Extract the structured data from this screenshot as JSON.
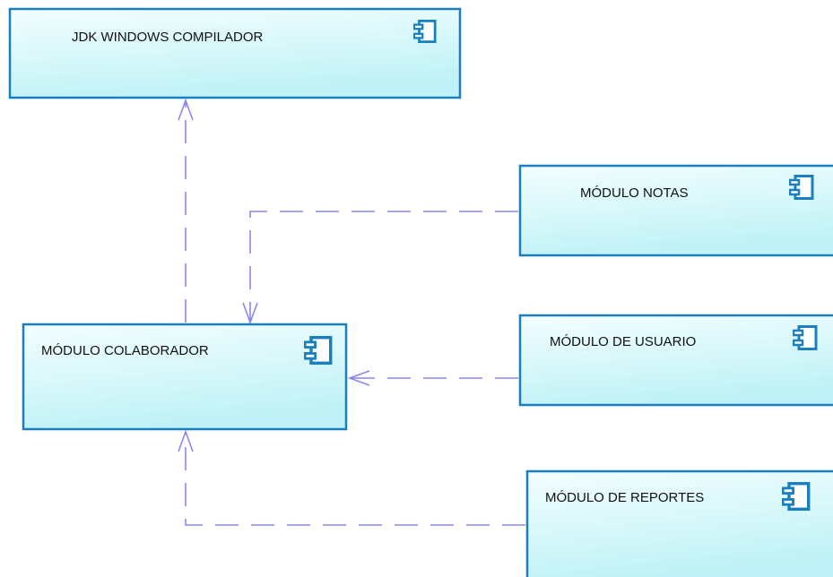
{
  "colors": {
    "box_border": "#1a7fbf",
    "box_fill_top": "#f4feff",
    "box_fill_bottom": "#bff2f6",
    "connector": "#8a86f2",
    "icon": "#1a7fbf"
  },
  "components": {
    "jdk": {
      "label": "JDK WINDOWS COMPILADOR",
      "icon": "component-icon"
    },
    "colaborador": {
      "label": "MÓDULO COLABORADOR",
      "icon": "component-icon"
    },
    "notas": {
      "label": "MÓDULO NOTAS",
      "icon": "component-icon"
    },
    "usuario": {
      "label": "MÓDULO DE USUARIO",
      "icon": "component-icon"
    },
    "reportes": {
      "label": "MÓDULO DE REPORTES",
      "icon": "component-icon"
    }
  },
  "dependencies": [
    {
      "from": "colaborador",
      "to": "jdk",
      "style": "dashed"
    },
    {
      "from": "notas",
      "to": "colaborador",
      "style": "dashed"
    },
    {
      "from": "usuario",
      "to": "colaborador",
      "style": "dashed"
    },
    {
      "from": "reportes",
      "to": "colaborador",
      "style": "dashed"
    }
  ]
}
